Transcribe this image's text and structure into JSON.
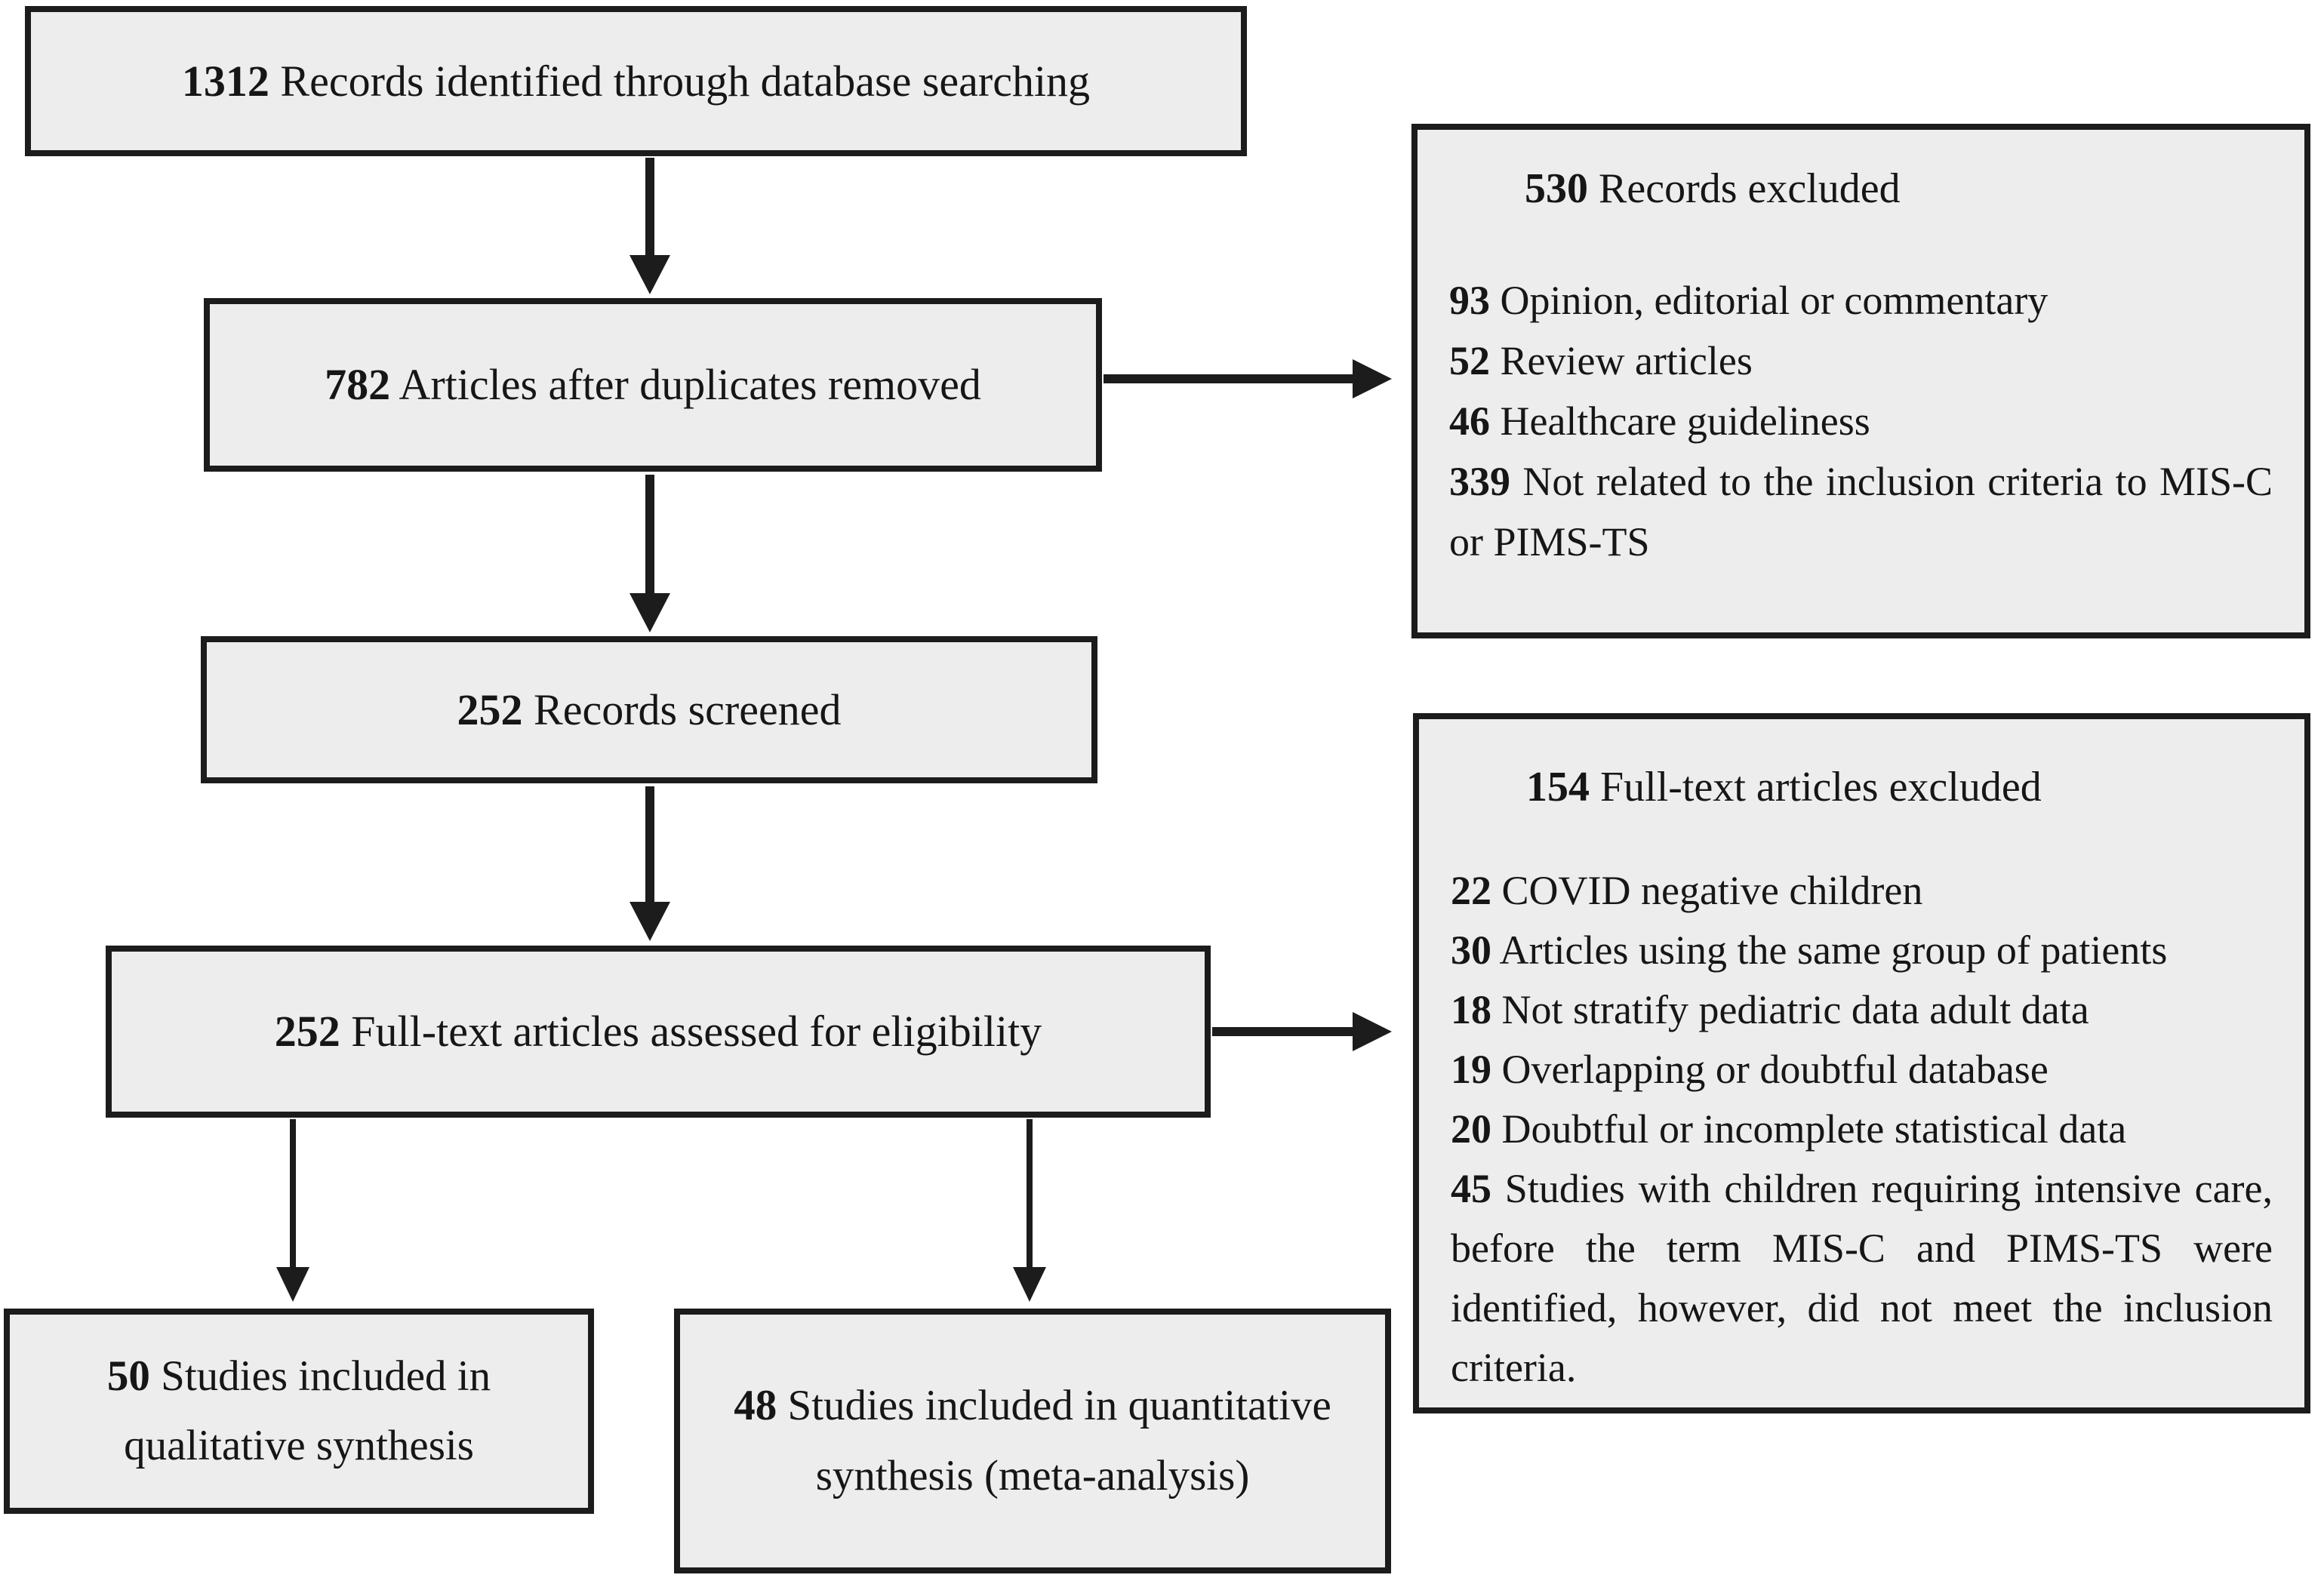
{
  "diagram": {
    "type": "prisma-flowchart",
    "colors": {
      "background": "#ffffff",
      "box_fill": "#ededed",
      "line": "#1c1c1c",
      "text": "#161616"
    },
    "flow": [
      {
        "number": "1312",
        "label": "Records identified through database searching"
      },
      {
        "number": "782",
        "label": "Articles after duplicates removed"
      },
      {
        "number": "252",
        "label": "Records screened"
      },
      {
        "number": "252",
        "label": "Full-text articles assessed for eligibility"
      },
      {
        "number": "50",
        "label": "Studies included in qualitative synthesis"
      },
      {
        "number": "48",
        "label": "Studies included in quantitative synthesis (meta-analysis)"
      }
    ],
    "exclusions": [
      {
        "number": "530",
        "title": "Records excluded",
        "items": [
          {
            "number": "93",
            "text": "Opinion, editorial or commentary"
          },
          {
            "number": "52",
            "text": "Review articles"
          },
          {
            "number": "46",
            "text": "Healthcare guideliness"
          },
          {
            "number": "339",
            "text": "Not related to the inclusion criteria to MIS-C or PIMS-TS"
          }
        ]
      },
      {
        "number": "154",
        "title": "Full-text articles excluded",
        "items": [
          {
            "number": "22",
            "text": "COVID negative children"
          },
          {
            "number": "30",
            "text": "Articles using the same group of patients"
          },
          {
            "number": "18",
            "text": "Not stratify pediatric data adult data"
          },
          {
            "number": "19",
            "text": "Overlapping or doubtful database"
          },
          {
            "number": "20",
            "text": "Doubtful or incomplete statistical data"
          },
          {
            "number": "45",
            "text": "Studies with children requiring intensive care, before the term MIS-C and PIMS-TS were identified, however, did not meet the inclusion criteria."
          }
        ]
      }
    ]
  }
}
